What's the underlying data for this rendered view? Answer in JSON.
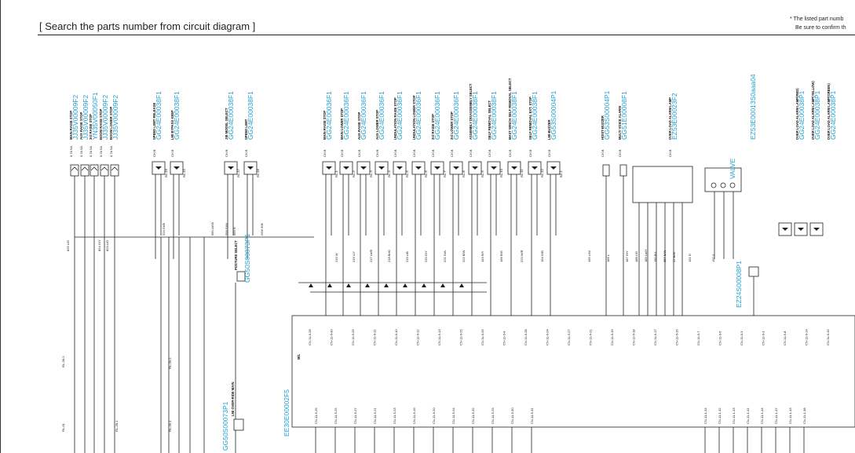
{
  "header": {
    "title": "[ Search the parts number from circuit diagram ]",
    "note_line1": "* The listed part numb",
    "note_line2": "Be sure to confirm th"
  },
  "colors": {
    "part_number": "#1f9fd0",
    "line": "#222222"
  },
  "diagram": {
    "controller": {
      "part_number": "EE30E00002F5",
      "label": "M/L"
    },
    "top_components": [
      {
        "part": "JJ35V00009F2",
        "desc": "MAIN RAISE STOP",
        "code": "BL-37",
        "fuse": "0.7A 5A"
      },
      {
        "part": "JJ35V00009F2",
        "desc": "AUX RAISE STOP",
        "code": "BL-38",
        "fuse": "0.7A 5A"
      },
      {
        "part": "YN35V00050F1",
        "desc": "3rd RAISE STOP",
        "code": "BL-36",
        "fuse": "0.7A 5A"
      },
      {
        "part": "JJ35V00009F2",
        "desc": "BOOM RAISE STOP",
        "code": "BL-35",
        "fuse": "0.7A 5A"
      },
      {
        "part": "JJ35V00009F2",
        "desc": "BOOM LOWER STOP",
        "code": "BL-34",
        "fuse": "0.7A 5A"
      },
      {
        "part": "GG24E00038F1",
        "desc": "SPEED LIMIT RELEASE",
        "code": "RL-16",
        "fuse": "CH B"
      },
      {
        "part": "GG24E00038F1",
        "desc": "LMI BYPASS KEEP",
        "code": "RL-15",
        "fuse": "CH B"
      },
      {
        "part": "GG24E00038F1",
        "desc": "JIB MODEL SELECT",
        "code": "RL-17",
        "fuse": "CH B"
      },
      {
        "part": "GG24E00038F1",
        "desc": "SPEED LIMIT",
        "code": "RL-18",
        "fuse": "CH B"
      },
      {
        "part": "GG24E00036F1",
        "desc": "MAIN RAISE STOP",
        "code": "RL-1",
        "fuse": "CH B"
      },
      {
        "part": "GG24E00036F1",
        "desc": "MAIN LOWER STOP",
        "code": "RL-2",
        "fuse": "CH B"
      },
      {
        "part": "GG24E00036F1",
        "desc": "AUX RAISE STOP",
        "code": "RL-3",
        "fuse": "CH B"
      },
      {
        "part": "GG24E00036F1",
        "desc": "AUX LOWER STOP",
        "code": "RL-4",
        "fuse": "CH B"
      },
      {
        "part": "GG24E00036F1",
        "desc": "UNDULATION RAISE STOP",
        "code": "RL-5",
        "fuse": "CH B"
      },
      {
        "part": "GG24E00036F1",
        "desc": "UNDULATION LOWER STOP",
        "code": "RL-6",
        "fuse": "CH B"
      },
      {
        "part": "GG24E00036F1",
        "desc": "3rd RAISE STOP",
        "code": "RL-7",
        "fuse": "CH B"
      },
      {
        "part": "GG24E00036F1",
        "desc": "3rd LOWER STOP",
        "code": "RL-8",
        "fuse": "CH B"
      },
      {
        "part": "GG24E00038F1",
        "desc": "ASSEMBLY DISASSEMBLY SELECT",
        "code": "RL-9",
        "fuse": "CH B"
      },
      {
        "part": "GG24E00038F1",
        "desc": "SELF REMOVAL SELECT",
        "code": "RL-10",
        "fuse": "CH B"
      },
      {
        "part": "GG24E00038F1",
        "desc": "MAST WINCH SELF REMOVAL SELECT",
        "code": "RL-11",
        "fuse": "CH B"
      },
      {
        "part": "GG24E00038F1",
        "desc": "SELF REMOVAL EXT. STOP",
        "code": "RL-12",
        "fuse": "CH B"
      },
      {
        "part": "GG53S00004P1",
        "desc": "LMI-BUZZER",
        "code": "BZ-1",
        "fuse": "CH B"
      },
      {
        "part": "GG53S00004P1",
        "desc": "HOIST-BUZZER",
        "code": "BZ-2",
        "fuse": "CH B"
      },
      {
        "part": "GG51E00008F1",
        "desc": "MULTI VOICE ALARM",
        "code": "",
        "fuse": "CH B"
      },
      {
        "part": "EZ53E00023F2",
        "desc": "OVER LOAD ALARM LAMP",
        "code": "",
        "fuse": "CH B"
      },
      {
        "part": "VALVE",
        "desc": "",
        "code": "",
        "fuse": ""
      },
      {
        "part": "EZ53E00013S0aaa04",
        "desc": "",
        "code": "",
        "fuse": ""
      },
      {
        "part": "GG24E00038P1",
        "desc": "OVER LOAD ALARM LAMP(RED)",
        "code": "RL-32",
        "fuse": ""
      },
      {
        "part": "GG24E00038P1",
        "desc": "OVER LOAD ALARM LAMP(YELLOW)",
        "code": "RL-31",
        "fuse": ""
      },
      {
        "part": "GG24E00038P1",
        "desc": "OVER LOAD ALARM LAMP(GREEN)",
        "code": "RL-30",
        "fuse": ""
      }
    ],
    "other_parts": [
      {
        "part": "GG50S00073P1",
        "desc": "POSTURE SELECT"
      },
      {
        "part": "GG50S00073P1",
        "desc": "LMI OVER-RIDE MAIN"
      },
      {
        "part": "EZ24S00008P1",
        "desc": ""
      }
    ],
    "connector_labels": [
      "CN-11-6-28",
      "CN-11-6-30",
      "CN-11-6-29",
      "CN-11-6-11",
      "CN-11-6-10",
      "CN-11-6-12",
      "CN-11-6-13",
      "CN-11-6-25",
      "CN-11-6-26",
      "CN-11-6-9",
      "CN-11-6-28",
      "CN-11-6-24",
      "CN-11-6-27",
      "CN-11-6-21",
      "CN-11-6-19",
      "CN-11-6-18",
      "CN-11-6-17",
      "CN-11-6-16",
      "CN-11-6-7",
      "CN-11-6-5",
      "CN-11-6-3",
      "CN-11-6-3",
      "CN-11-6-8",
      "CN-11-6-14",
      "CN-11-6-15"
    ],
    "lower_connector_labels": [
      "CN-11-5-26",
      "CN-11-5-25",
      "CN-11-5-27",
      "CN-11-5-21",
      "CN-11-5-23",
      "CN-11-5-19",
      "CN-11-6-20",
      "CN-11-5-24",
      "CN-11-5-32",
      "CN-11-5-29",
      "CN-11-5-30",
      "CN-11-5-31",
      "CN-11-1-34",
      "CN-11-1-42",
      "CN-11-1-33",
      "CN-11-1-41",
      "CN-11-1-44",
      "CN-11-1-37",
      "CN-11-1-43",
      "CN-11-1-38"
    ],
    "wire_labels": [
      "825 L/G",
      "824 G/Y",
      "823 L/O",
      "224 Gr/B",
      "559 G",
      "560 Lb/W",
      "558 G/W",
      "G/W 906",
      "215 W",
      "216 L/Y",
      "217 Lb/B",
      "218 Br/G",
      "219 L/B",
      "220 G/Y",
      "221 Gr/L",
      "222 B/W",
      "193 R/Y",
      "196 R/G",
      "223 W/R",
      "194 G/R",
      "195 L/W",
      "186 L",
      "187 G/Y",
      "188 L/G",
      "189 Lw/Y",
      "190 B/L",
      "657 B/W",
      "17 B/W",
      "191 G",
      "192 Y"
    ],
    "side_labels": [
      "RL-28-2",
      "RL-51",
      "RL-28-1",
      "RL-26-2",
      "RL-26-1"
    ]
  }
}
